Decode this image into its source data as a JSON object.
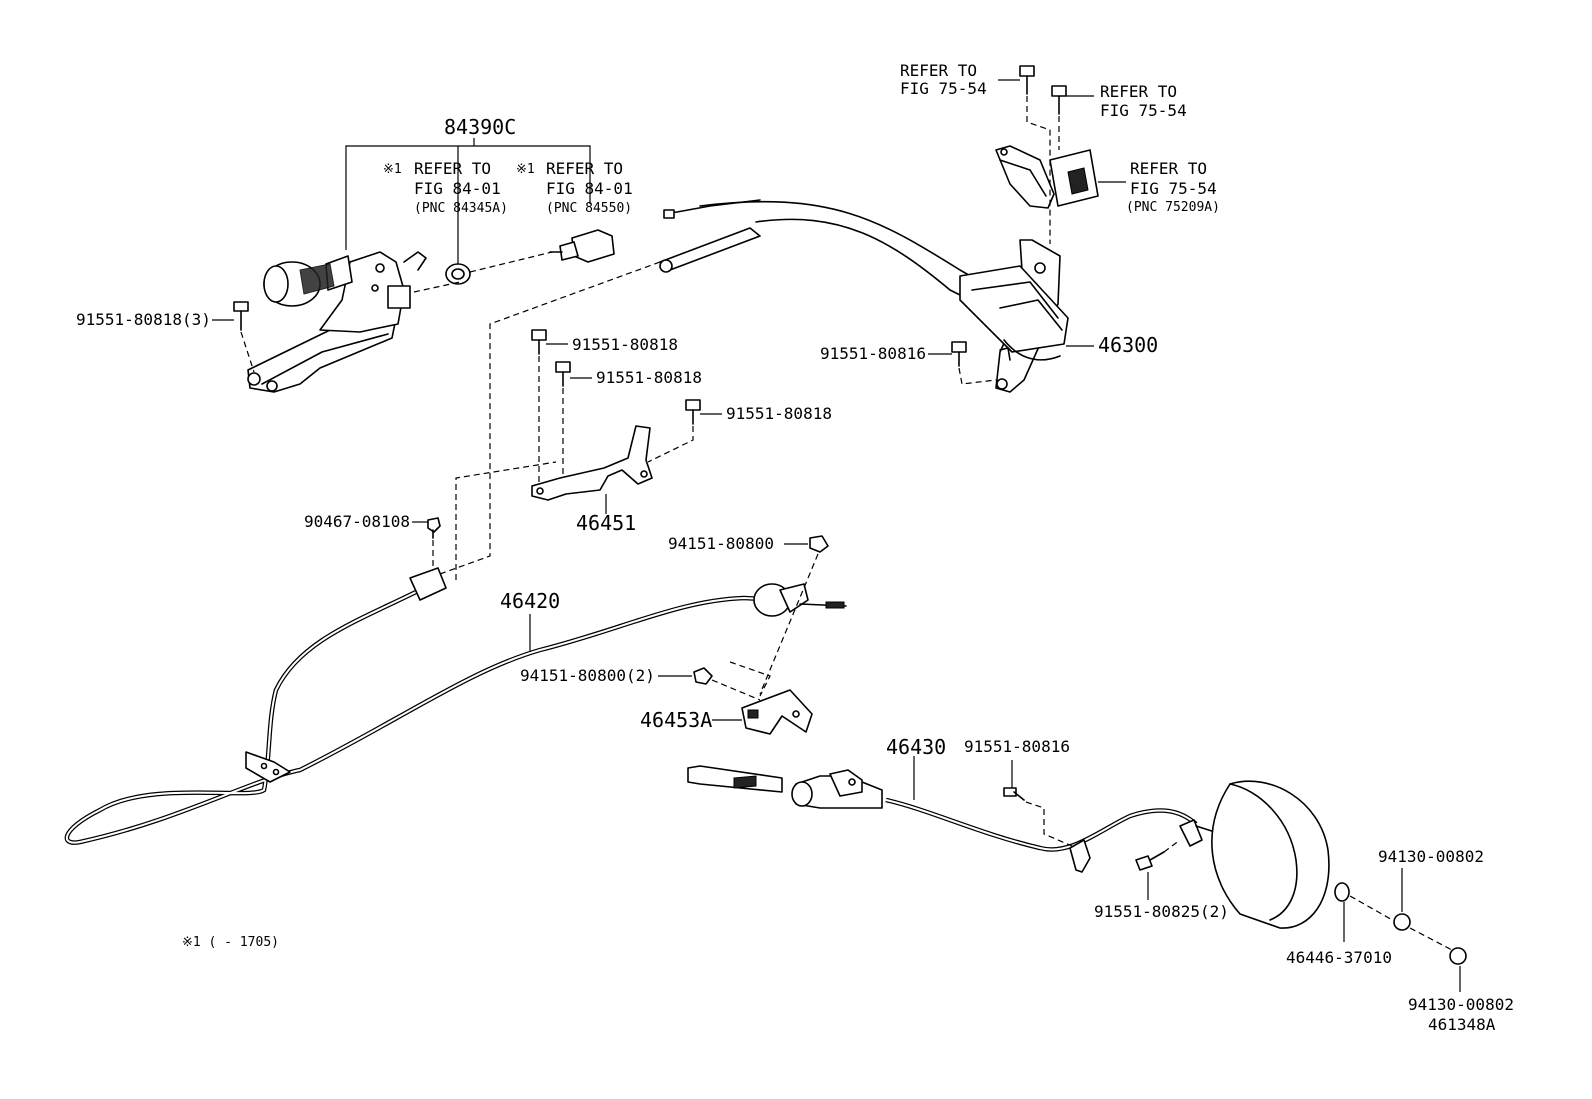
{
  "diagram": {
    "figure_code": "461348A",
    "footnote": "※1 (      - 1705)",
    "labels": {
      "p84390c": "84390C",
      "ref1_mark": "※1",
      "ref1_l1": "REFER TO",
      "ref1_l2": "FIG 84-01",
      "ref1_l3": "(PNC 84345A)",
      "ref2_mark": "※1",
      "ref2_l1": "REFER TO",
      "ref2_l2": "FIG 84-01",
      "ref2_l3": "(PNC 84550)",
      "bolt_91551_80818_3": "91551-80818(3)",
      "refa_l1": "REFER TO",
      "refa_l2": "FIG 75-54",
      "refb_l1": "REFER TO",
      "refb_l2": "FIG 75-54",
      "refc_l1": "REFER TO",
      "refc_l2": "FIG 75-54",
      "refc_l3": "(PNC 75209A)",
      "p46300": "46300",
      "bolt_91551_80816_a": "91551-80816",
      "bolt_91551_80818_a": "91551-80818",
      "bolt_91551_80818_b": "91551-80818",
      "bolt_91551_80818_c": "91551-80818",
      "p46451": "46451",
      "clip_90467_08108": "90467-08108",
      "nut_94151_80800": "94151-80800",
      "p46420": "46420",
      "nut_94151_80800_2": "94151-80800(2)",
      "p46453a": "46453A",
      "p46430": "46430",
      "bolt_91551_80816_b": "91551-80816",
      "bolt_91551_80825_2": "91551-80825(2)",
      "nut_94130_00802_a": "94130-00802",
      "p46446_37010": "46446-37010",
      "nut_94130_00802_b": "94130-00802"
    }
  }
}
